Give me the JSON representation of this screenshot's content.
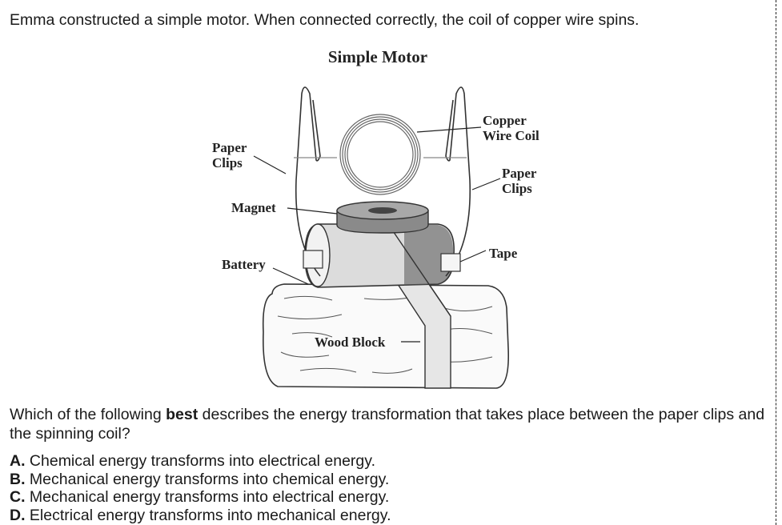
{
  "intro_text": "Emma constructed a simple motor. When connected correctly, the coil of copper wire spins.",
  "figure": {
    "title": "Simple Motor",
    "labels": {
      "paper_clips_left": [
        "Paper",
        "Clips"
      ],
      "magnet": "Magnet",
      "battery": "Battery",
      "copper_wire_coil": [
        "Copper",
        "Wire Coil"
      ],
      "paper_clips_right": [
        "Paper",
        "Clips"
      ],
      "tape": "Tape",
      "wood_block": "Wood Block"
    }
  },
  "question": {
    "before_bold": "Which of the following ",
    "bold": "best",
    "after_bold": " describes the energy transformation that takes place between the paper clips and the spinning coil?"
  },
  "choices": [
    {
      "letter": "A.",
      "text": " Chemical energy transforms into electrical energy."
    },
    {
      "letter": "B.",
      "text": " Mechanical energy transforms into chemical energy."
    },
    {
      "letter": "C.",
      "text": " Mechanical energy transforms into electrical energy."
    },
    {
      "letter": "D.",
      "text": " Electrical energy transforms into mechanical energy."
    }
  ]
}
